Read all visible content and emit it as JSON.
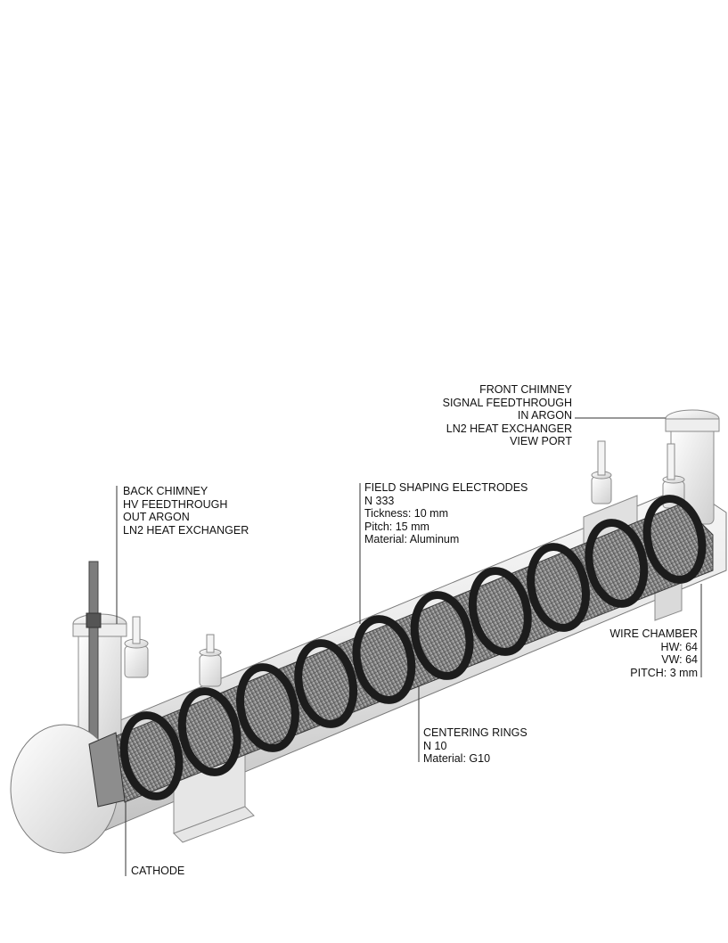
{
  "labels": {
    "front_chimney": [
      "FRONT CHIMNEY",
      "SIGNAL FEEDTHROUGH",
      "IN ARGON",
      "LN2 HEAT EXCHANGER",
      "VIEW PORT"
    ],
    "back_chimney": [
      "BACK CHIMNEY",
      "HV FEEDTHROUGH",
      "OUT ARGON",
      "LN2 HEAT EXCHANGER"
    ],
    "field_shaping": [
      "FIELD SHAPING ELECTRODES",
      "N 333",
      "Tickness: 10 mm",
      "Pitch: 15 mm",
      "Material: Aluminum"
    ],
    "wire_chamber": [
      "WIRE CHAMBER",
      "HW: 64",
      "VW: 64",
      "PITCH: 3 mm"
    ],
    "centering_rings": [
      "CENTERING RINGS",
      "N 10",
      "Material: G10"
    ],
    "cathode": [
      "CATHODE"
    ]
  },
  "colors": {
    "vessel": "#f1f1f1",
    "vessel_shade": "#c9c9c9",
    "electrodes": "#8a8a8a",
    "rings": "#1c1c1c",
    "leader": "#333333"
  },
  "counts": {
    "centering_rings": 10
  }
}
